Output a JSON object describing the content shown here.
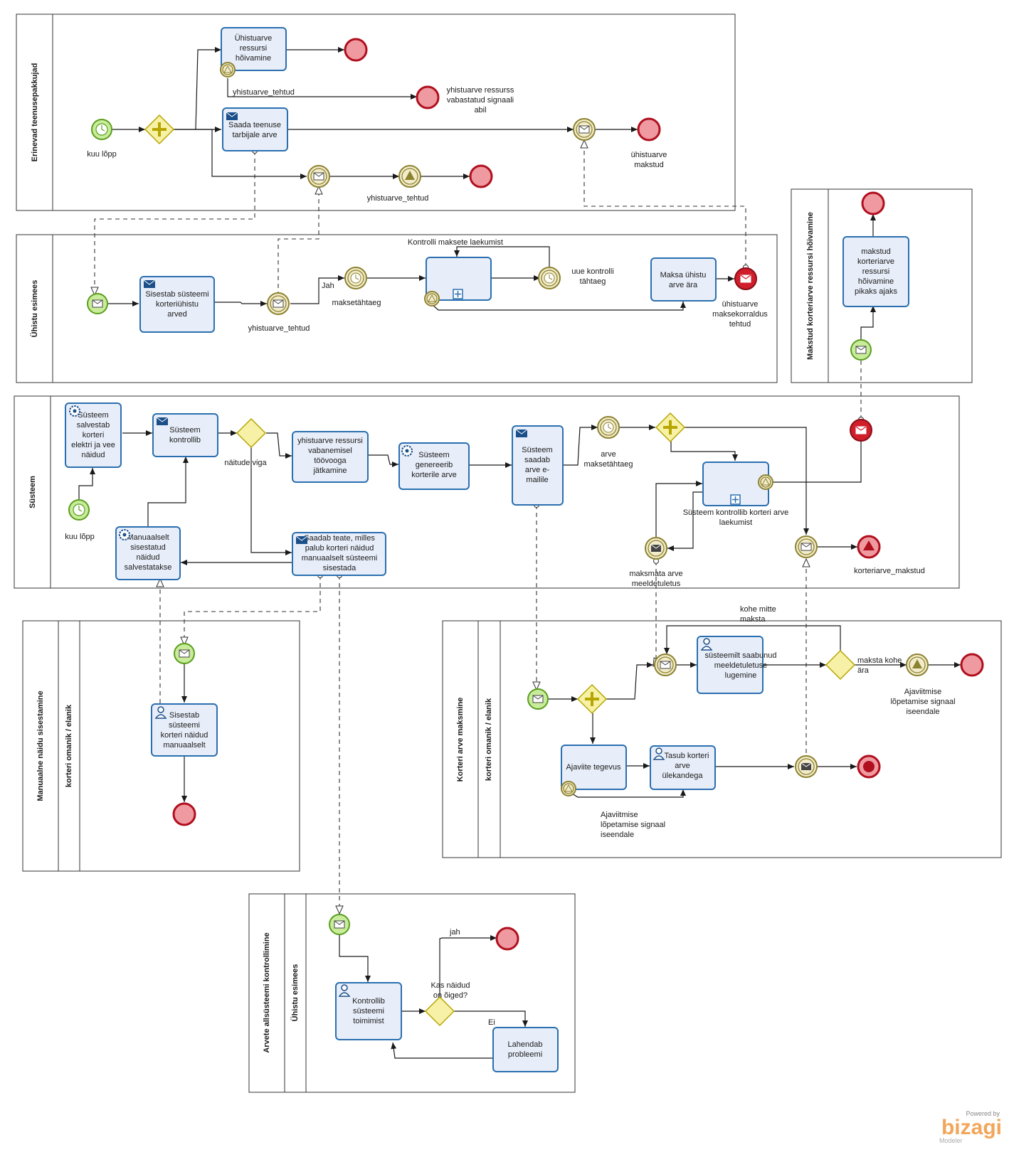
{
  "pools": {
    "p1": "Erinevad teenusepakkujad",
    "p2": "Ühistu esimees",
    "p3": "Makstud korteriarve ressursi hõivamine",
    "p4": "Süsteem",
    "p5": "Manuaalne näidu sisestamine",
    "p5lane": "korteri omanik / elanik",
    "p6": "Korteri arve maksmine",
    "p6lane": "korteri omanik / elanik",
    "p7": "Arvete allsüsteemi kontrollimine",
    "p7lane": "Ühistu esimees"
  },
  "tasks": {
    "t1": [
      "Ühistuarve",
      "ressursi",
      "hõivamine"
    ],
    "t2": [
      "Saada teenuse",
      "tarbijale arve"
    ],
    "t3": [
      "Sisestab süsteemi",
      "korteriühistu",
      "arved"
    ],
    "t4": [
      "Maksa ühistu",
      "arve ära"
    ],
    "t5": [
      "makstud",
      "korteriarve",
      "ressursi",
      "hõivamine",
      "pikaks ajaks"
    ],
    "t6": [
      "Süsteem",
      "salvestab",
      "korteri",
      "elektri ja vee",
      "näidud"
    ],
    "t7": [
      "Süsteem",
      "kontrollib"
    ],
    "t8": [
      "yhistuarve ressursi",
      "vabanemisel",
      "töövooga",
      "jätkamine"
    ],
    "t9": [
      "Süsteem",
      "genereerib",
      "korterile arve"
    ],
    "t10": [
      "Süsteem",
      "saadab",
      "arve e-",
      "mailile"
    ],
    "t11": [
      "Manuaalselt",
      "sisestatud",
      "näidud",
      "salvestatakse"
    ],
    "t12": [
      "Saadab teate, milles",
      "palub korteri näidud",
      "manuaalselt süsteemi",
      "sisestada"
    ],
    "t13": [
      "Sisestab",
      "süsteemi",
      "korteri näidud",
      "manuaalselt"
    ],
    "t14": [
      "süsteemilt saabunud",
      "meeldetuletuse",
      "lugemine"
    ],
    "t15": [
      "Ajaviite tegevus"
    ],
    "t16": [
      "Tasub korteri",
      "arve",
      "ülekandega"
    ],
    "t17": [
      "Kontrollib",
      "süsteemi",
      "toimimist"
    ],
    "t18": [
      "Lahendab",
      "probleemi"
    ]
  },
  "labels": {
    "kuu1": "kuu lõpp",
    "yt1": "yhistuarve_tehtud",
    "vab": [
      "yhistuarve ressurss",
      "vabastatud signaali",
      "abil"
    ],
    "makstud": [
      "ühistuarve",
      "makstud"
    ],
    "yt2": "yhistuarve_tehtud",
    "yt3": "yhistuarve_tehtud",
    "jah1": "Jah",
    "mt": "maksetähtaeg",
    "kontrolli": "Kontrolli maksete laekumist",
    "uue": [
      "uue kontrolli",
      "tähtaeg"
    ],
    "mkorr": [
      "ühistuarve",
      "maksekorraldus",
      "tehtud"
    ],
    "kuu2": "kuu lõpp",
    "nv": "näitude viga",
    "amt": [
      "arve",
      "maksetähtaeg"
    ],
    "skl": [
      "Süsteem kontrollib korteri arve",
      "laekumist"
    ],
    "mmt": [
      "maksmata arve",
      "meeldetuletus"
    ],
    "km": "korteriarve_makstud",
    "kmm": [
      "kohe mitte",
      "maksta"
    ],
    "mko": [
      "maksta kohe",
      "ära"
    ],
    "als1": [
      "Ajaviitmise",
      "lõpetamise signaal",
      "iseendale"
    ],
    "als2": [
      "Ajaviitmise",
      "lõpetamise signaal",
      "iseendale"
    ],
    "jah2": "jah",
    "knoi": [
      "Kas näidud",
      "on õiged?"
    ],
    "ei": "Ei"
  },
  "brand": {
    "powered": "Powered by",
    "logo": "bizagi",
    "modeler": "Modeler"
  }
}
